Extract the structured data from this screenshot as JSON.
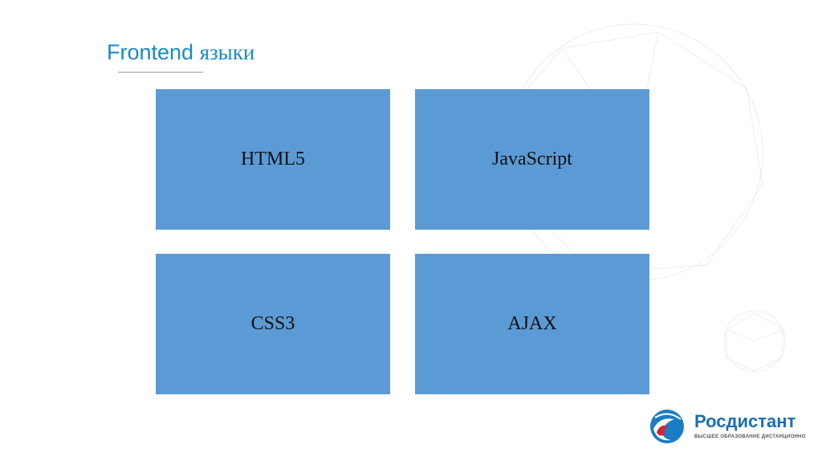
{
  "title": {
    "latin": "Frontend",
    "cyrillic": "языки"
  },
  "boxes": [
    {
      "label": "HTML5"
    },
    {
      "label": "JavaScript"
    },
    {
      "label": "CSS3"
    },
    {
      "label": "AJAX"
    }
  ],
  "logo": {
    "name": "Росдистант",
    "tagline": "ВЫСШЕЕ ОБРАЗОВАНИЕ ДИСТАНЦИОННО"
  },
  "colors": {
    "box": "#5b9bd5",
    "title": "#1a8ac6"
  }
}
